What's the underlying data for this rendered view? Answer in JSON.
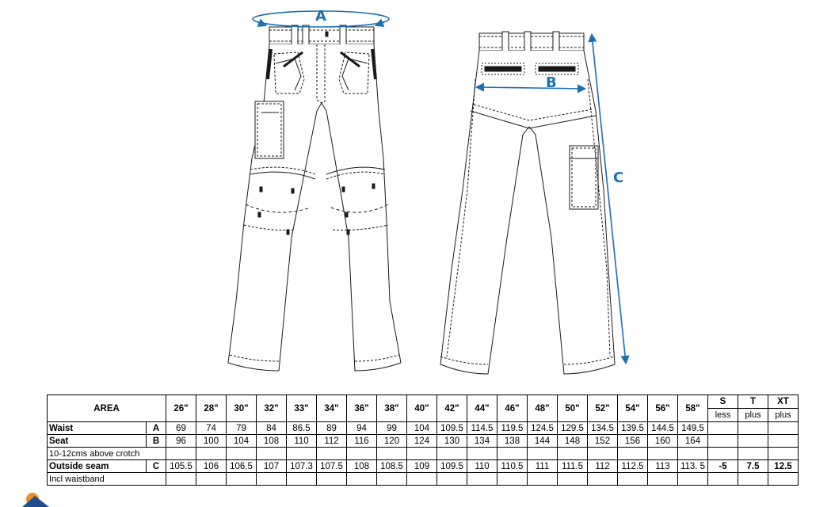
{
  "labels": {
    "a": "A",
    "b": "B",
    "c": "C"
  },
  "colors": {
    "measure_line": "#1b6fb3",
    "outline": "#1a1a1a",
    "logo_blue": "#1f4e8c",
    "logo_orange": "#f28c28"
  },
  "table": {
    "area_header": "AREA",
    "sizes": [
      "26\"",
      "28\"",
      "30\"",
      "32\"",
      "33\"",
      "34\"",
      "36\"",
      "38\"",
      "40\"",
      "42\"",
      "44\"",
      "46\"",
      "48\"",
      "50\"",
      "52\"",
      "54\"",
      "56\"",
      "58\""
    ],
    "leg_headers": [
      {
        "code": "S",
        "note": "less"
      },
      {
        "code": "T",
        "note": "plus"
      },
      {
        "code": "XT",
        "note": "plus"
      }
    ],
    "rows": [
      {
        "label": "Waist",
        "code": "A",
        "values": [
          "69",
          "74",
          "79",
          "84",
          "86.5",
          "89",
          "94",
          "99",
          "104",
          "109.5",
          "114.5",
          "119.5",
          "124.5",
          "129.5",
          "134.5",
          "139.5",
          "144.5",
          "149.5"
        ],
        "legs": [
          "",
          "",
          ""
        ]
      },
      {
        "label": "Seat",
        "code": "B",
        "values": [
          "96",
          "100",
          "104",
          "108",
          "110",
          "112",
          "116",
          "120",
          "124",
          "130",
          "134",
          "138",
          "144",
          "148",
          "152",
          "156",
          "160",
          "164"
        ],
        "legs": [
          "",
          "",
          ""
        ]
      },
      {
        "sublabel": "10-12cms above crotch"
      },
      {
        "label": "Outside seam",
        "code": "C",
        "values": [
          "105.5",
          "106",
          "106.5",
          "107",
          "107.3",
          "107.5",
          "108",
          "108.5",
          "109",
          "109.5",
          "110",
          "110.5",
          "111",
          "111.5",
          "112",
          "112.5",
          "113",
          "113. 5"
        ],
        "legs": [
          "-5",
          "7.5",
          "12.5"
        ]
      },
      {
        "sublabel": "Incl waistband"
      }
    ]
  }
}
